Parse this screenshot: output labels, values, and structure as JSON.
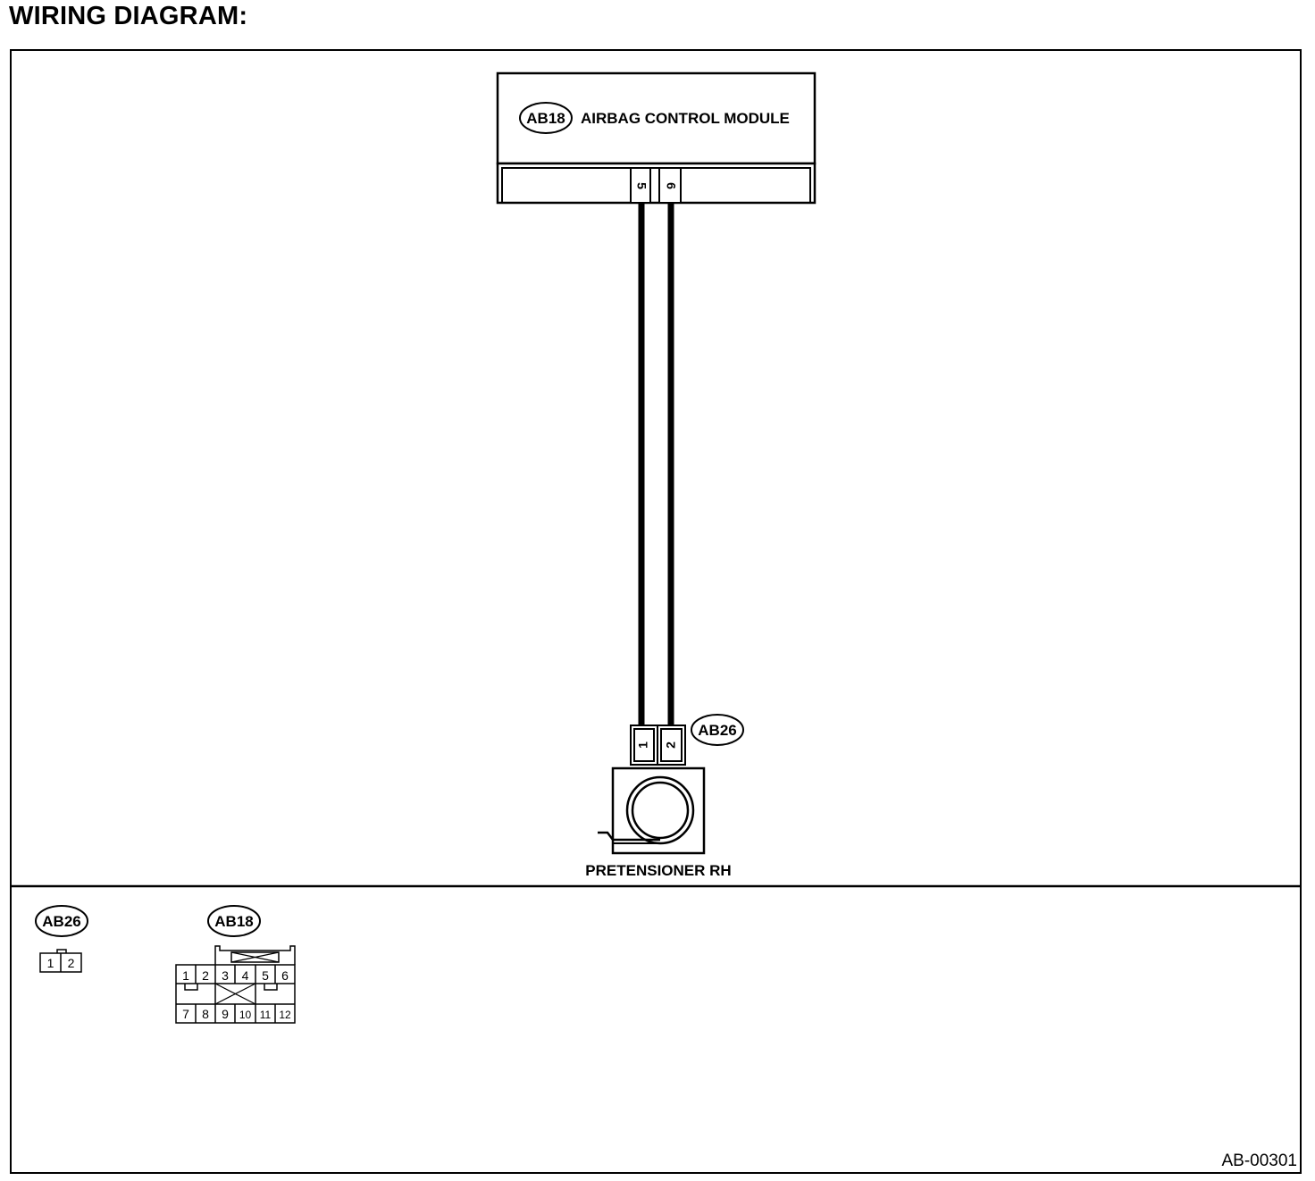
{
  "page_title": "WIRING DIAGRAM:",
  "figure_id": "AB-00301",
  "module": {
    "connector_id": "AB18",
    "name": "AIRBAG CONTROL MODULE",
    "pins": [
      "5",
      "6"
    ]
  },
  "pretensioner": {
    "connector_id": "AB26",
    "name": "PRETENSIONER RH",
    "pins": [
      "1",
      "2"
    ]
  },
  "connector_views": {
    "ab26": {
      "id": "AB26",
      "pins": [
        "1",
        "2"
      ]
    },
    "ab18": {
      "id": "AB18",
      "top_row": [
        "1",
        "2",
        "3",
        "4",
        "5",
        "6"
      ],
      "bottom_row": [
        "7",
        "8",
        "9",
        "10",
        "11",
        "12"
      ]
    }
  }
}
